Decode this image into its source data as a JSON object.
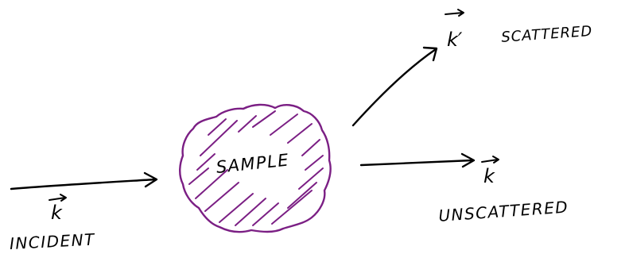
{
  "diagram": {
    "sample_label": "SAMPLE",
    "incident_label": "INCIDENT",
    "scattered_label": "SCATTERED",
    "unscattered_label": "UNSCATTERED",
    "incident_vector": "k",
    "scattered_vector": "k′",
    "unscattered_vector": "k"
  },
  "colors": {
    "ink": "#000000",
    "sample_outline": "#7b1f84",
    "sample_hatch": "#7b1f84",
    "background": "#ffffff"
  }
}
